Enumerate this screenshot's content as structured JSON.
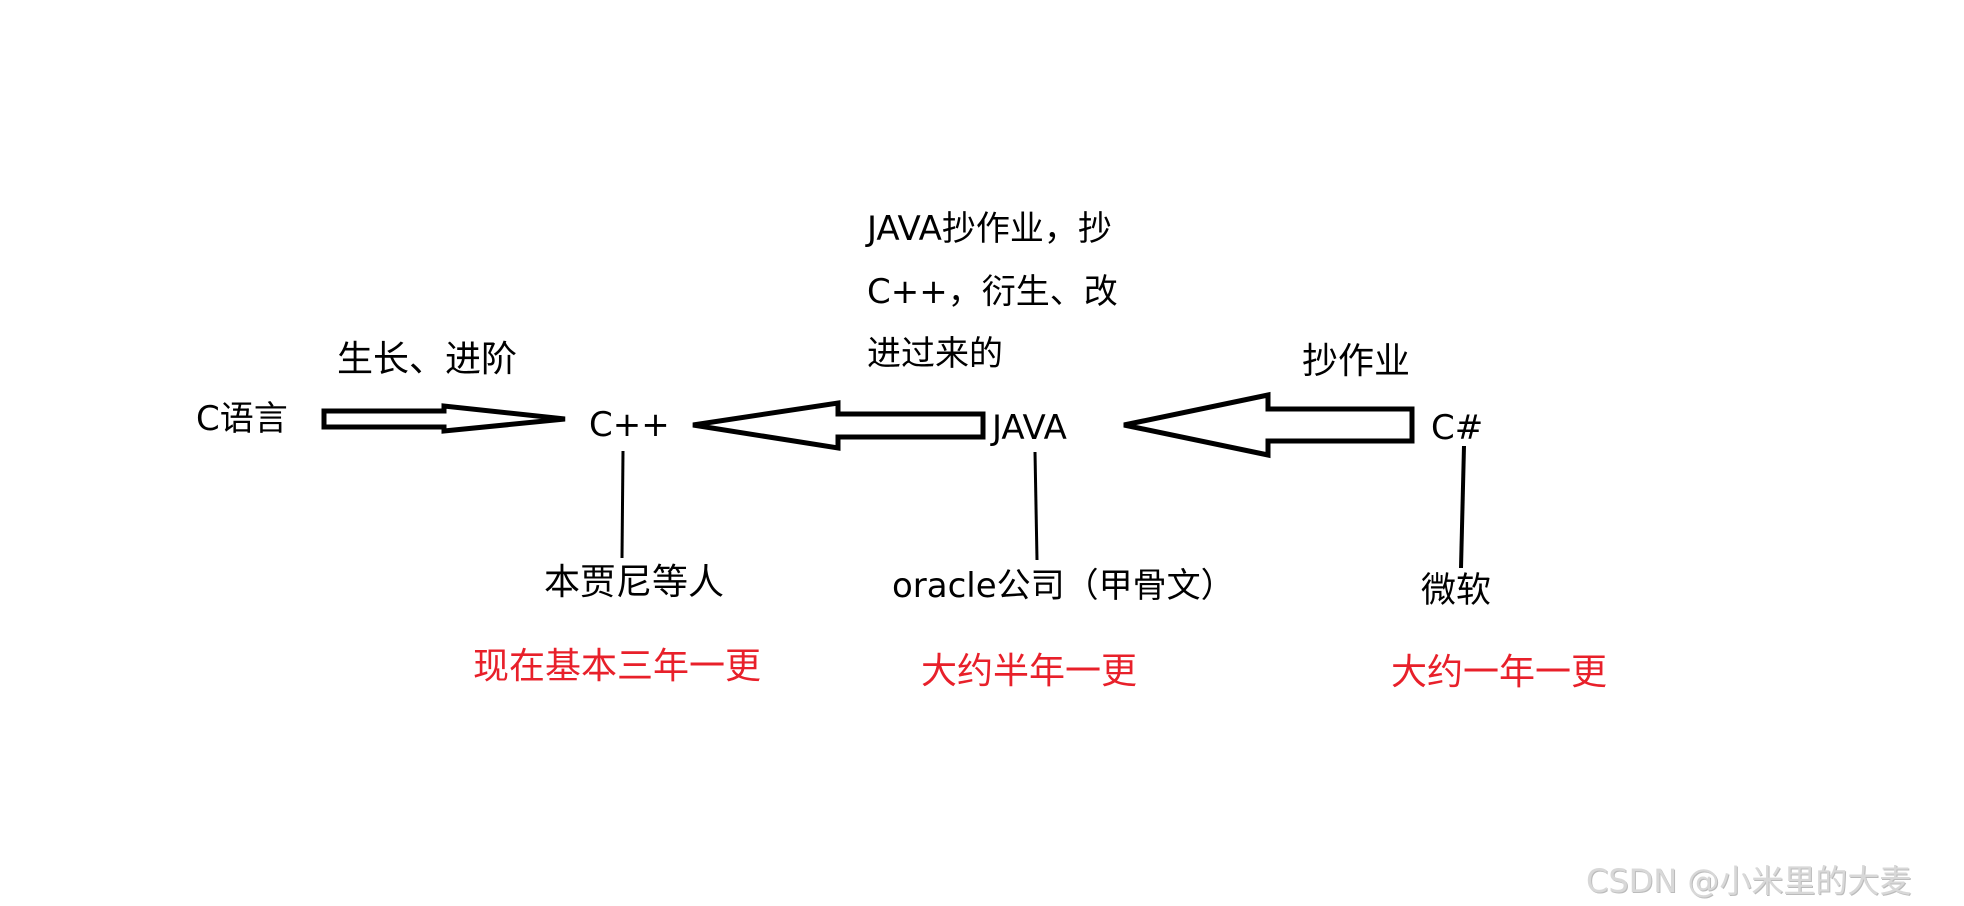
{
  "nodes": {
    "c": "C语言",
    "cpp": "C++",
    "java": "JAVA",
    "csharp": "C#"
  },
  "edge_labels": {
    "c_to_cpp": "生长、进阶",
    "java_from_cpp": [
      "JAVA抄作业，抄",
      "C++，衍生、改",
      "进过来的"
    ],
    "csharp_from_java": "抄作业"
  },
  "owners": {
    "cpp": "本贾尼等人",
    "java": "oracle公司（甲骨文）",
    "csharp": "微软"
  },
  "update_notes": {
    "cpp": "现在基本三年一更",
    "java": "大约半年一更",
    "csharp": "大约一年一更"
  },
  "watermark": "CSDN @小米里的大麦",
  "colors": {
    "note": "#e8202a",
    "line": "#000000"
  }
}
